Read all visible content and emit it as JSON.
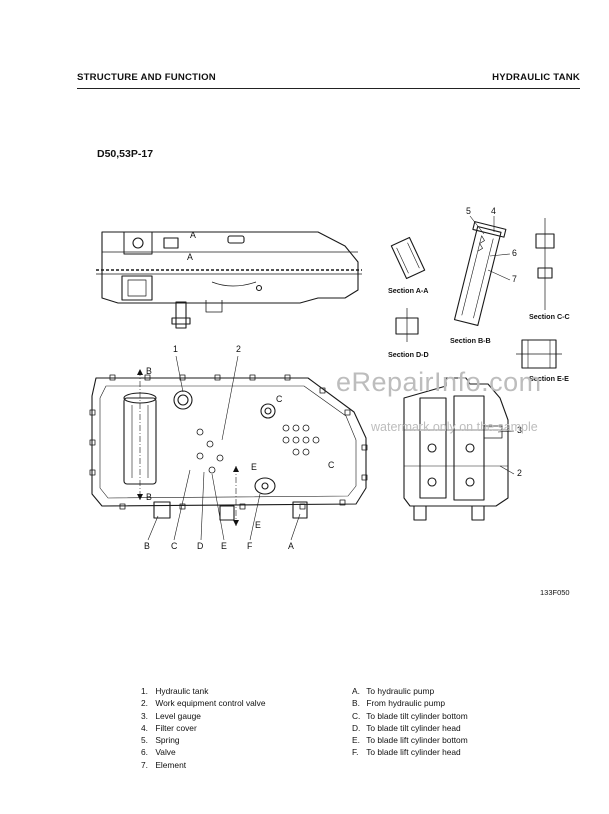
{
  "header": {
    "left_title": "STRUCTURE AND FUNCTION",
    "right_title": "HYDRAULIC TANK"
  },
  "model_label": "D50,53P-17",
  "figure": {
    "section_labels": [
      "Section A-A",
      "Section B-B",
      "Section C-C",
      "Section D-D",
      "Section E-E"
    ],
    "section_marks": {
      "A": "A",
      "B": "B",
      "C": "C",
      "E": "E"
    },
    "bottom_letters": [
      "B",
      "C",
      "D",
      "E",
      "F",
      "A"
    ],
    "callouts": [
      "1",
      "2",
      "3",
      "4",
      "5",
      "6",
      "7"
    ],
    "figure_code": "133F050"
  },
  "watermark": {
    "line1": "eRepairInfo.com",
    "line2": "watermark only on the sample"
  },
  "legend": {
    "numbered": [
      {
        "num": "1.",
        "text": "Hydraulic tank"
      },
      {
        "num": "2.",
        "text": "Work equipment control valve"
      },
      {
        "num": "3.",
        "text": "Level gauge"
      },
      {
        "num": "4.",
        "text": "Filter cover"
      },
      {
        "num": "5.",
        "text": "Spring"
      },
      {
        "num": "6.",
        "text": "Valve"
      },
      {
        "num": "7.",
        "text": "Element"
      }
    ],
    "lettered": [
      {
        "num": "A.",
        "text": "To hydraulic pump"
      },
      {
        "num": "B.",
        "text": "From hydraulic pump"
      },
      {
        "num": "C.",
        "text": "To blade tilt cylinder bottom"
      },
      {
        "num": "D.",
        "text": "To blade tilt cylinder head"
      },
      {
        "num": "E.",
        "text": "To blade lift cylinder bottom"
      },
      {
        "num": "F.",
        "text": "To blade lift cylinder head"
      }
    ]
  }
}
